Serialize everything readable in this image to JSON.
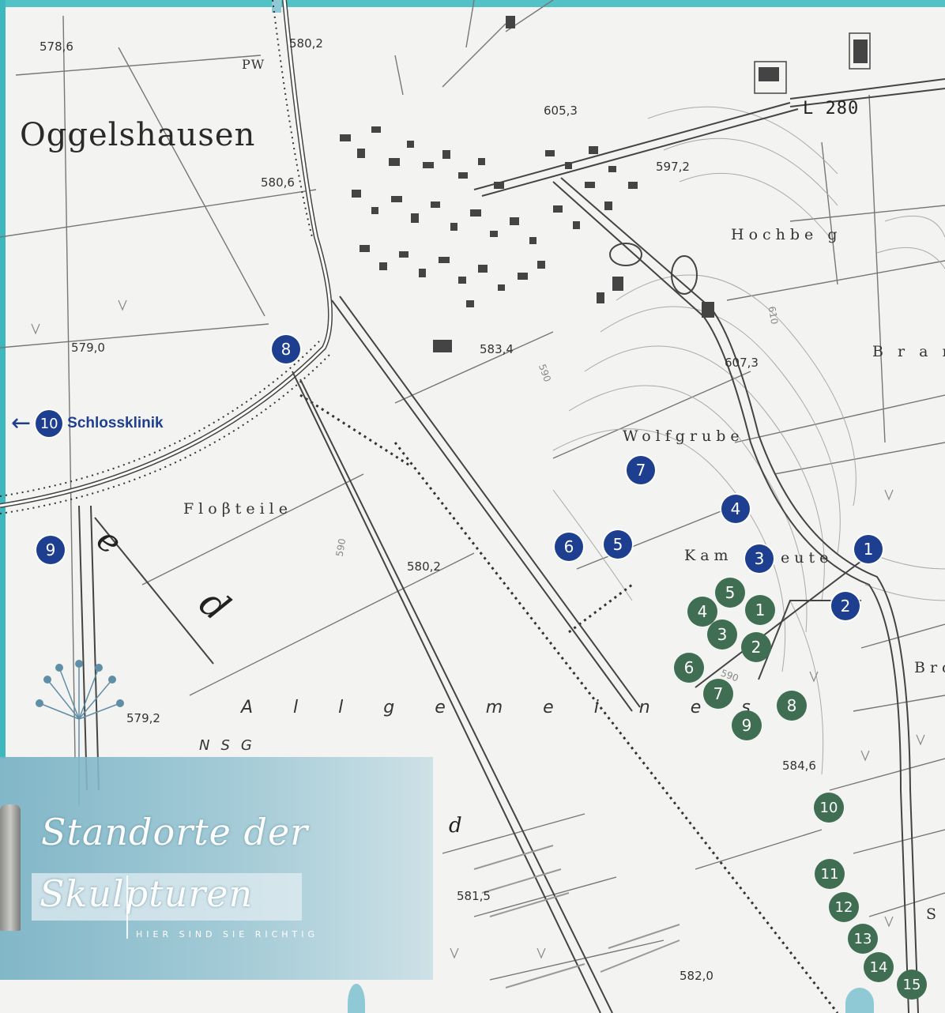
{
  "place": {
    "town": "Oggelshausen",
    "hochberg": "Hochbe g",
    "bran": "B r a n",
    "wolfgrube": "Wolfgrube",
    "flossteile": "Floβteile",
    "kamm": "Kam",
    "eute": "eute",
    "allgemeines": "A  l  l  g  e  m  e  i  n  e  s",
    "nsg": "NSG",
    "bro": "Bro",
    "s": "S",
    "ried_e": "e",
    "ried_d": "d",
    "d_small": "d",
    "pw": "PW"
  },
  "road": {
    "l280": "L 280"
  },
  "elevations": [
    "578,6",
    "580,2",
    "605,3",
    "597,2",
    "580,6",
    "579,0",
    "583,4",
    "607,3",
    "580,2",
    "579,2",
    "584,6",
    "581,5",
    "582,0"
  ],
  "contours": [
    "610",
    "590",
    "590",
    "590"
  ],
  "markers_blue": [
    "1",
    "2",
    "3",
    "4",
    "5",
    "6",
    "7",
    "8",
    "9"
  ],
  "markers_green": [
    "1",
    "2",
    "3",
    "4",
    "5",
    "6",
    "7",
    "8",
    "9",
    "10",
    "11",
    "12",
    "13",
    "14",
    "15"
  ],
  "schlossklinik": {
    "number": "10",
    "label": "Schlossklinik",
    "arrow": "←"
  },
  "legend": {
    "title_line1": "Standorte der",
    "title_line2": "Skulpturen",
    "subtitle": "HIER SIND SIE RICHTIG"
  },
  "colors": {
    "blue_marker": "#1e3f8f",
    "green_marker": "#3f6e52",
    "frame_teal": "#3fb8bd",
    "legend_panel": "#8cbccc"
  }
}
